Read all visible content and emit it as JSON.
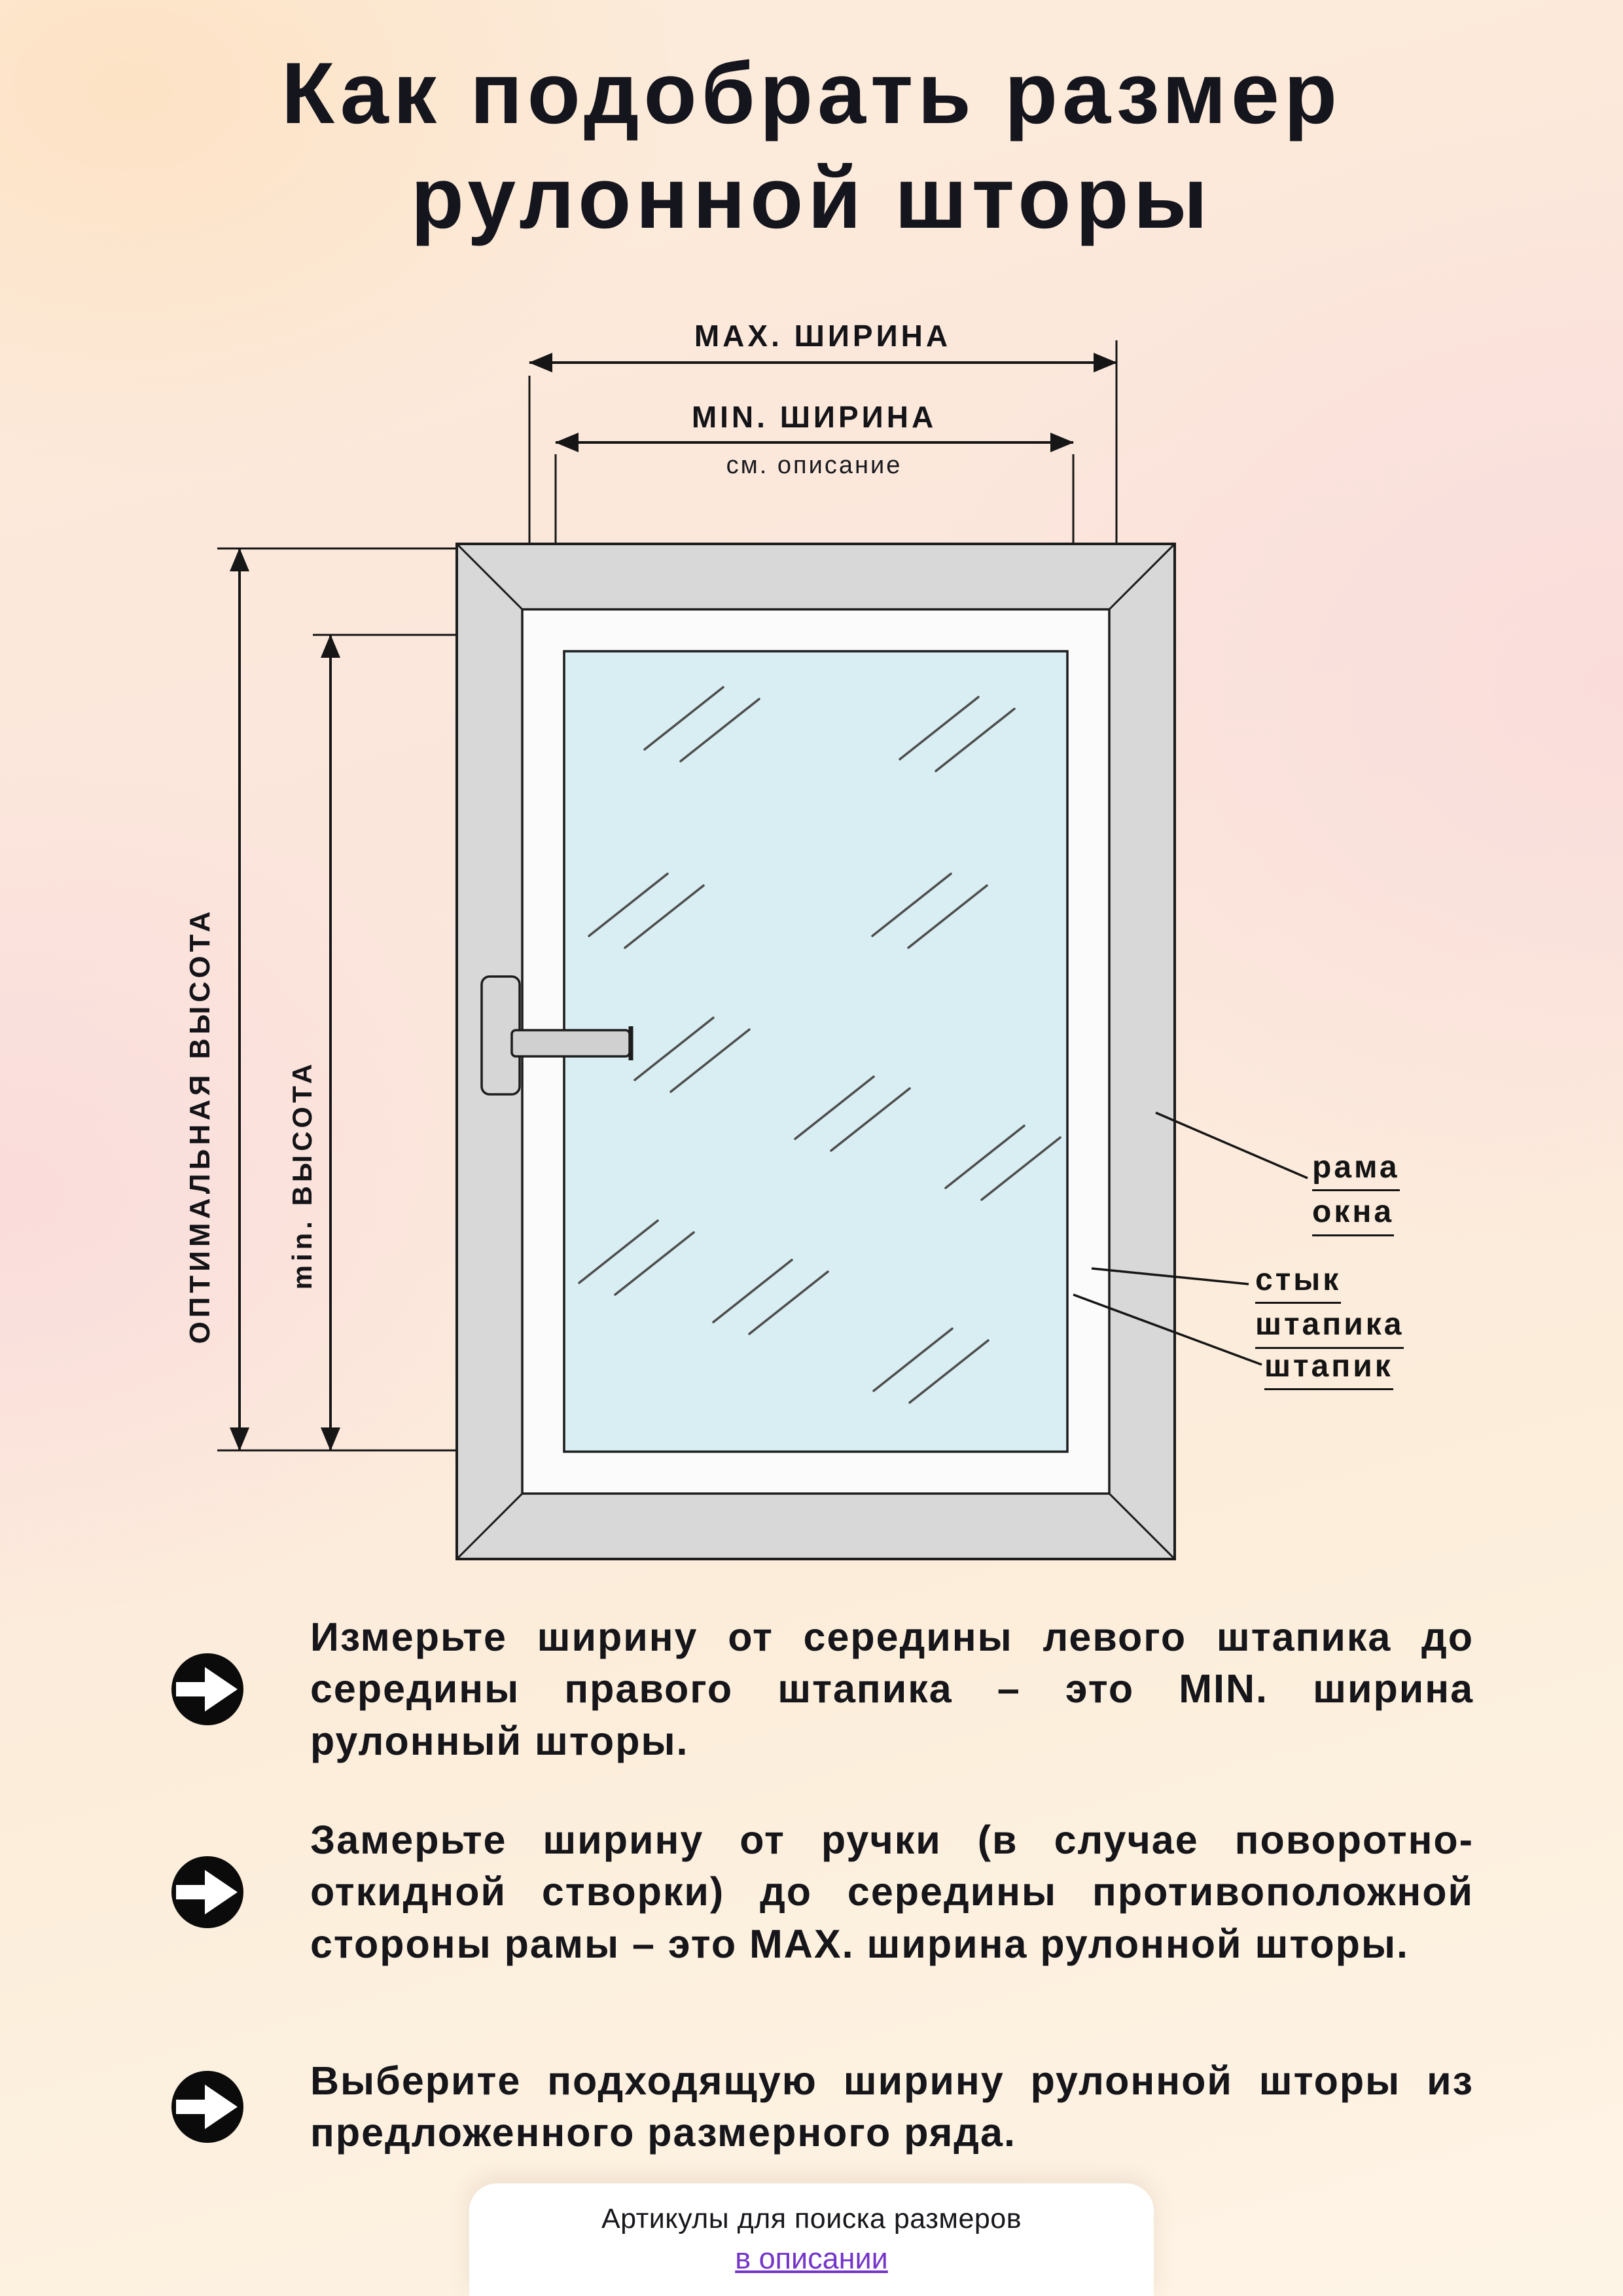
{
  "title": {
    "line1": "Как подобрать размер",
    "line2": "рулонной шторы"
  },
  "diagram": {
    "max_width_label": "MAX. ШИРИНА",
    "min_width_label": "MIN. ШИРИНА",
    "min_width_note": "см. описание",
    "optimal_height_label": "ОПТИМАЛЬНАЯ ВЫСОТА",
    "min_height_label": "min. ВЫСОТА",
    "frame_label_line1": "рама",
    "frame_label_line2": "окна",
    "joint_label_line1": "стык",
    "joint_label_line2": "штапика",
    "bead_label": "штапик"
  },
  "steps": [
    {
      "text": "Измерьте ширину от середины левого штапика до середины правого штапика – это MIN. ширина рулонный шторы."
    },
    {
      "text": "Замерьте ширину от ручки (в случае поворотно-откидной створки) до середины противоположной стороны рамы – это MAX. ширина рулонной шторы."
    },
    {
      "text": "Выберите подходящую ширину рулонной шторы из предложенного размерного ряда."
    }
  ],
  "footer": {
    "caption": "Артикулы для поиска размеров",
    "link": "в описании"
  },
  "colors": {
    "frame_fill": "#d8d8d8",
    "glass_fill": "#d9eef2",
    "line": "#161616",
    "link_accent": "#7436c8"
  }
}
